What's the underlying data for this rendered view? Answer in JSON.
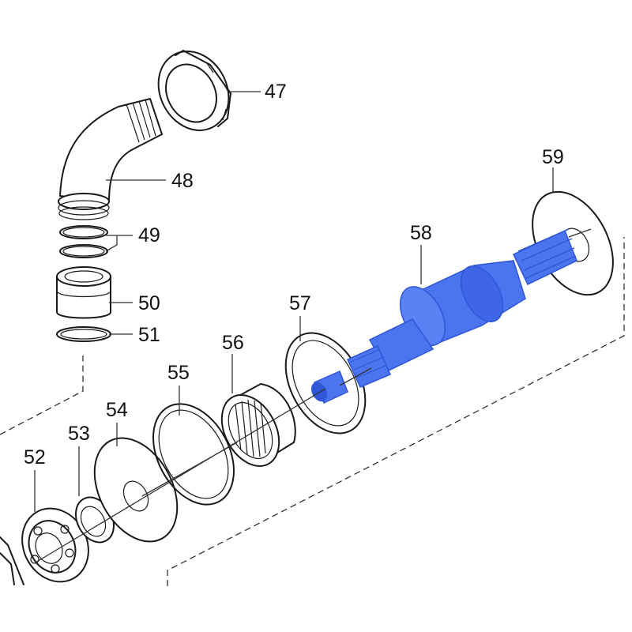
{
  "callouts": [
    {
      "id": "47",
      "text": "47"
    },
    {
      "id": "48",
      "text": "48"
    },
    {
      "id": "49",
      "text": "49"
    },
    {
      "id": "50",
      "text": "50"
    },
    {
      "id": "51",
      "text": "51"
    },
    {
      "id": "52",
      "text": "52"
    },
    {
      "id": "53",
      "text": "53"
    },
    {
      "id": "54",
      "text": "54"
    },
    {
      "id": "55",
      "text": "55"
    },
    {
      "id": "56",
      "text": "56"
    },
    {
      "id": "57",
      "text": "57"
    },
    {
      "id": "58",
      "text": "58"
    },
    {
      "id": "59",
      "text": "59"
    }
  ],
  "colors": {
    "highlight": "#4a74f0",
    "highlight_dark": "#2f56d6",
    "line": "#1a1a1a",
    "background": "#ffffff"
  },
  "highlighted_part": "58"
}
